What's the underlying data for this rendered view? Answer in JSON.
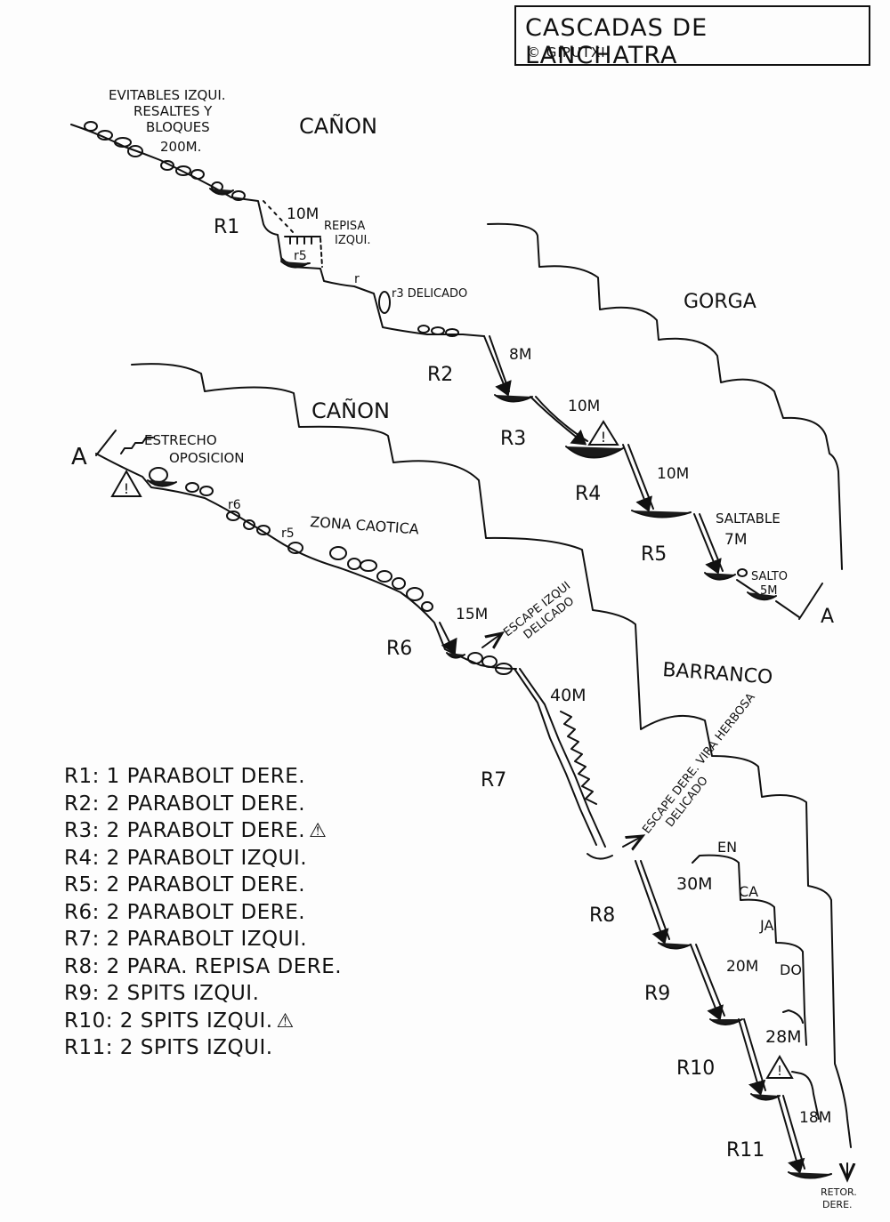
{
  "title": {
    "name": "CASCADAS DE LANCHATRA",
    "credit": "© GIPUTXI"
  },
  "sections": {
    "canon_upper": "CAÑON",
    "gorga": "GORGA",
    "canon_lower": "CAÑON",
    "barranco": "BARRANCO"
  },
  "notes": {
    "evitables": [
      "EVITABLES IZQUI.",
      "RESALTES Y",
      "BLOQUES",
      "200M."
    ],
    "repisa": [
      "REPISA",
      "IZQUI."
    ],
    "r3_delicado": "r3 DELICADO",
    "estrecho": [
      "ESTRECHO",
      "OPOSICION"
    ],
    "zona_caotica": "ZONA CAOTICA",
    "escape_izqui": [
      "ESCAPE IZQUI",
      "DELICADO"
    ],
    "escape_dere": [
      "ESCAPE DERE. VIRA HERBOSA",
      "DELICADO"
    ],
    "saltable": "SALTABLE",
    "salto": "SALTO",
    "encajado": [
      "EN",
      "CA",
      "JA",
      "DO"
    ],
    "retor": [
      "RETOR.",
      "DERE."
    ],
    "r5": "r5",
    "r": "r",
    "r6": "r6",
    "r5_lower": "r5",
    "connector": "A"
  },
  "anchors": {
    "R1": "R1",
    "R2": "R2",
    "R3": "R3",
    "R4": "R4",
    "R5": "R5",
    "R6": "R6",
    "R7": "R7",
    "R8": "R8",
    "R9": "R9",
    "R10": "R10",
    "R11": "R11"
  },
  "drops": {
    "d1": "10M",
    "d2": "8M",
    "d3": "10M",
    "d4": "10M",
    "d5": "7M",
    "d6": "5M",
    "d7": "15M",
    "d8": "40M",
    "d9": "30M",
    "d10": "20M",
    "d11": "28M",
    "d12": "18M"
  },
  "legend": [
    {
      "text": "R1: 1 PARABOLT DERE.",
      "warning": false
    },
    {
      "text": "R2: 2 PARABOLT DERE.",
      "warning": false
    },
    {
      "text": "R3: 2 PARABOLT DERE.",
      "warning": true
    },
    {
      "text": "R4: 2 PARABOLT IZQUI.",
      "warning": false
    },
    {
      "text": "R5: 2 PARABOLT DERE.",
      "warning": false
    },
    {
      "text": "R6: 2 PARABOLT DERE.",
      "warning": false
    },
    {
      "text": "R7: 2 PARABOLT IZQUI.",
      "warning": false
    },
    {
      "text": "R8: 2 PARA. REPISA DERE.",
      "warning": false
    },
    {
      "text": "R9: 2 SPITS IZQUI.",
      "warning": false
    },
    {
      "text": "R10: 2 SPITS IZQUI.",
      "warning": true
    },
    {
      "text": "R11: 2 SPITS IZQUI.",
      "warning": false
    }
  ],
  "colors": {
    "ink": "#111111",
    "paper": "#fdfdfd",
    "pool": "#1a1a1a"
  }
}
